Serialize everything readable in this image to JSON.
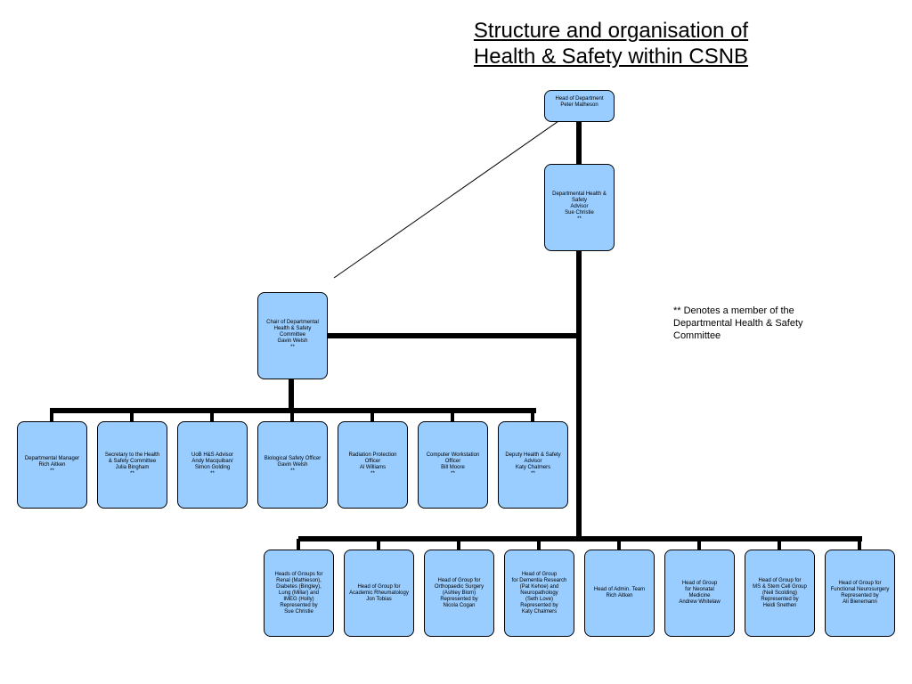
{
  "title": {
    "line1": "Structure and organisation of",
    "line2": "Health & Safety within CSNB"
  },
  "note": "** Denotes a member of the Departmental Health & Safety Committee",
  "nodes": {
    "head_of_department": "Head of Department\nPeter Matheson",
    "health_safety_advisor": "Departmental Health &\nSafety\nAdvisor\nSue Christie\n**",
    "committee_chair": "Chair of Departmental\nHealth & Safety\nCommittee\nGavin Welsh\n**",
    "departmental_manager": "Departmental Manager\nRich Aitken\n**",
    "committee_secretary": "Secretary to the Health\n& Safety Committee\nJulia Bingham\n**",
    "uob_advisor": "UoB H&S Advisor\nAndy Macquiban/\nSimon Golding\n**",
    "biological_safety_officer": "Biological Safety Officer\nGavin Welsh\n**",
    "radiation_protection_officer": "Radiation Protection\nOfficer\nAl Williams\n**",
    "computer_workstation_officer": "Computer Workstation\nOfficer\nBill Moore\n**",
    "deputy_advisor": "Deputy Health & Safety\nAdvisor\nKaty Chalmers\n**",
    "heads_of_groups_renal": "Heads of Groups for\nRenal (Mathieson),\nDiabetes (Bingley),\nLung (Millar) and\nIMEG (Holly)\nRepresented by\nSue Christie",
    "academic_rheumatology": "Head of Group for\nAcademic Rheumatology\nJon Tobias",
    "orthopaedic_surgery": "Head of Group for\nOrthopaedic Surgery\n(Ashley Blom)\nRepresented by\nNicola Cogan",
    "dementia_research": "Head of Group\nfor Dementia Research\n(Pat Kehoe) and\nNeuropathology\n(Seth Love)\nRepresented by\nKaty Chalmers",
    "admin_team": "Head of Admin. Team\nRich Aitken",
    "neonatal_medicine": "Head of Group\nfor Neonatal\nMedicine\nAndrew Whitelaw",
    "stem_cell_group": "Head of Group for\nMS & Stem Cell Group\n(Neil Scolding)\nRepresented by\nHeidi Snethen",
    "functional_neurosurgery": "Head of Group for\nFunctional Neurosurgery\nRepresented by\nAli Bienemann"
  }
}
